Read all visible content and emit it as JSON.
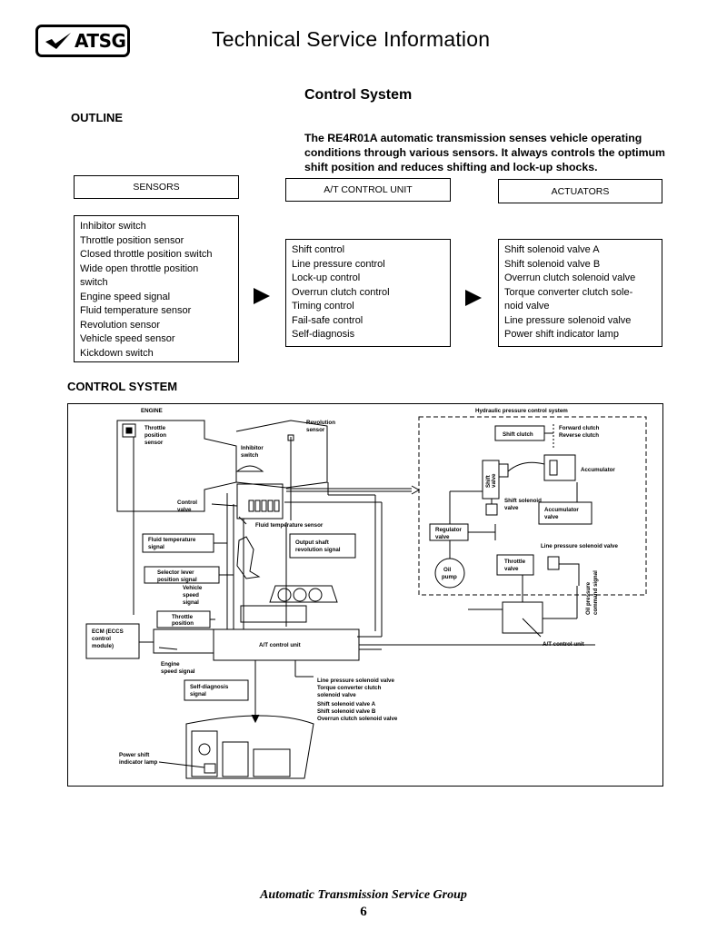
{
  "header": {
    "logo_text": "ATSG",
    "title": "Technical Service Information"
  },
  "section_title": "Control System",
  "outline": {
    "heading": "OUTLINE",
    "intro": "The RE4R01A automatic transmission senses vehicle operating conditions through various sensors. It always controls the optimum shift position and reduces shifting and lock-up shocks."
  },
  "columns": {
    "sensors": {
      "heading": "SENSORS",
      "items": [
        "Inhibitor switch",
        "Throttle position sensor",
        "Closed throttle position switch",
        "Wide open throttle position",
        "switch",
        "Engine speed signal",
        "Fluid temperature sensor",
        "Revolution sensor",
        "Vehicle speed sensor",
        "Kickdown switch"
      ]
    },
    "control_unit": {
      "heading": "A/T CONTROL UNIT",
      "items": [
        "Shift control",
        "Line pressure control",
        "Lock-up control",
        "Overrun clutch control",
        "Timing control",
        "Fail-safe control",
        "Self-diagnosis"
      ]
    },
    "actuators": {
      "heading": "ACTUATORS",
      "items": [
        "Shift solenoid valve A",
        "Shift solenoid valve B",
        "Overrun clutch solenoid valve",
        "Torque converter clutch sole-",
        "noid valve",
        "Line pressure solenoid valve",
        "Power shift indicator lamp"
      ]
    }
  },
  "control_system": {
    "heading": "CONTROL SYSTEM",
    "labels": {
      "engine": "ENGINE",
      "throttle_sensor": [
        "Throttle",
        "position",
        "sensor"
      ],
      "revolution_sensor": [
        "Revolution",
        "sensor"
      ],
      "inhibitor_switch": [
        "Inhibitor",
        "switch"
      ],
      "control_valve": [
        "Control",
        "valve"
      ],
      "fluid_temp_sensor": "Fluid temperature sensor",
      "fluid_temp_signal": [
        "Fluid temperature",
        "signal"
      ],
      "output_shaft_signal": [
        "Output shaft",
        "revolution signal"
      ],
      "selector_lever_signal": [
        "Selector lever",
        "position signal"
      ],
      "vehicle_speed_signal": [
        "Vehicle",
        "speed",
        "signal"
      ],
      "throttle_position": [
        "Throttle",
        "position"
      ],
      "ecm": [
        "ECM (ECCS",
        "control",
        "module)"
      ],
      "engine_speed_signal": [
        "Engine",
        "speed signal"
      ],
      "at_control_unit": "A/T control unit",
      "self_diagnosis_signal": [
        "Self-diagnosis",
        "signal"
      ],
      "solenoid_list": [
        "Line pressure solenoid valve",
        "Torque converter clutch",
        "solenoid valve",
        "Shift solenoid valve A",
        "Shift solenoid valve B",
        "Overrun clutch solenoid valve"
      ],
      "power_shift_lamp": [
        "Power shift",
        "indicator lamp"
      ],
      "hydraulic_system": "Hydraulic pressure control system",
      "shift_clutch": "Shift clutch",
      "forward_reverse_clutch": [
        "Forward clutch",
        "Reverse clutch"
      ],
      "accumulator_1": "Accumulator",
      "shift_valve": [
        "Shift",
        "valve"
      ],
      "shift_solenoid_valve": [
        "Shift solenoid",
        "valve"
      ],
      "accumulator_valve": [
        "Accumulator",
        "valve"
      ],
      "regulator_valve": [
        "Regulator",
        "valve"
      ],
      "line_pressure_solenoid": "Line pressure solenoid valve",
      "throttle_valve": [
        "Throttle",
        "valve"
      ],
      "oil_pump": [
        "Oil",
        "pump"
      ],
      "oil_pressure_signal": [
        "Oil pressure",
        "command signal"
      ],
      "at_control_unit_2": "A/T control unit"
    }
  },
  "footer": {
    "organization": "Automatic Transmission Service Group",
    "page_number": "6"
  }
}
